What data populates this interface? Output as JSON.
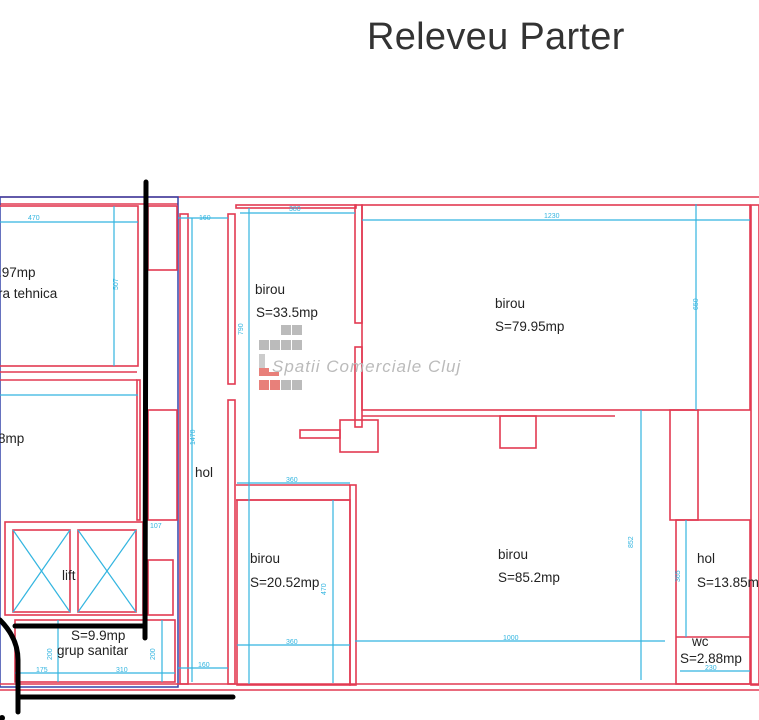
{
  "title": "Releveu Parter",
  "watermark": "Spatii Comerciale Cluj",
  "rooms": {
    "tech": {
      "area": ".97mp",
      "name": "ra tehnica"
    },
    "left_mid": {
      "area": "8mp"
    },
    "lift": {
      "name": "lift"
    },
    "grup_sanitar": {
      "area": "S=9.9mp",
      "name": "grup sanitar"
    },
    "hol_left": {
      "name": "hol"
    },
    "birou1": {
      "name": "birou",
      "area": "S=33.5mp"
    },
    "birou2": {
      "name": "birou",
      "area": "S=79.95mp"
    },
    "birou3": {
      "name": "birou",
      "area": "S=20.52mp"
    },
    "birou4": {
      "name": "birou",
      "area": "S=85.2mp"
    },
    "hol_right": {
      "name": "hol",
      "area": "S=13.85m"
    },
    "wc": {
      "name": "wc",
      "area": "S=2.88mp"
    }
  },
  "dimensions": [
    "470",
    "507",
    "160",
    "1470",
    "380",
    "1230",
    "650",
    "790",
    "360",
    "470",
    "360",
    "1000",
    "852",
    "365",
    "230",
    "200",
    "175",
    "310",
    "200",
    "160",
    "107"
  ],
  "colors": {
    "walls": "#e23a52",
    "dims": "#33b5e0",
    "marker": "#000000"
  }
}
